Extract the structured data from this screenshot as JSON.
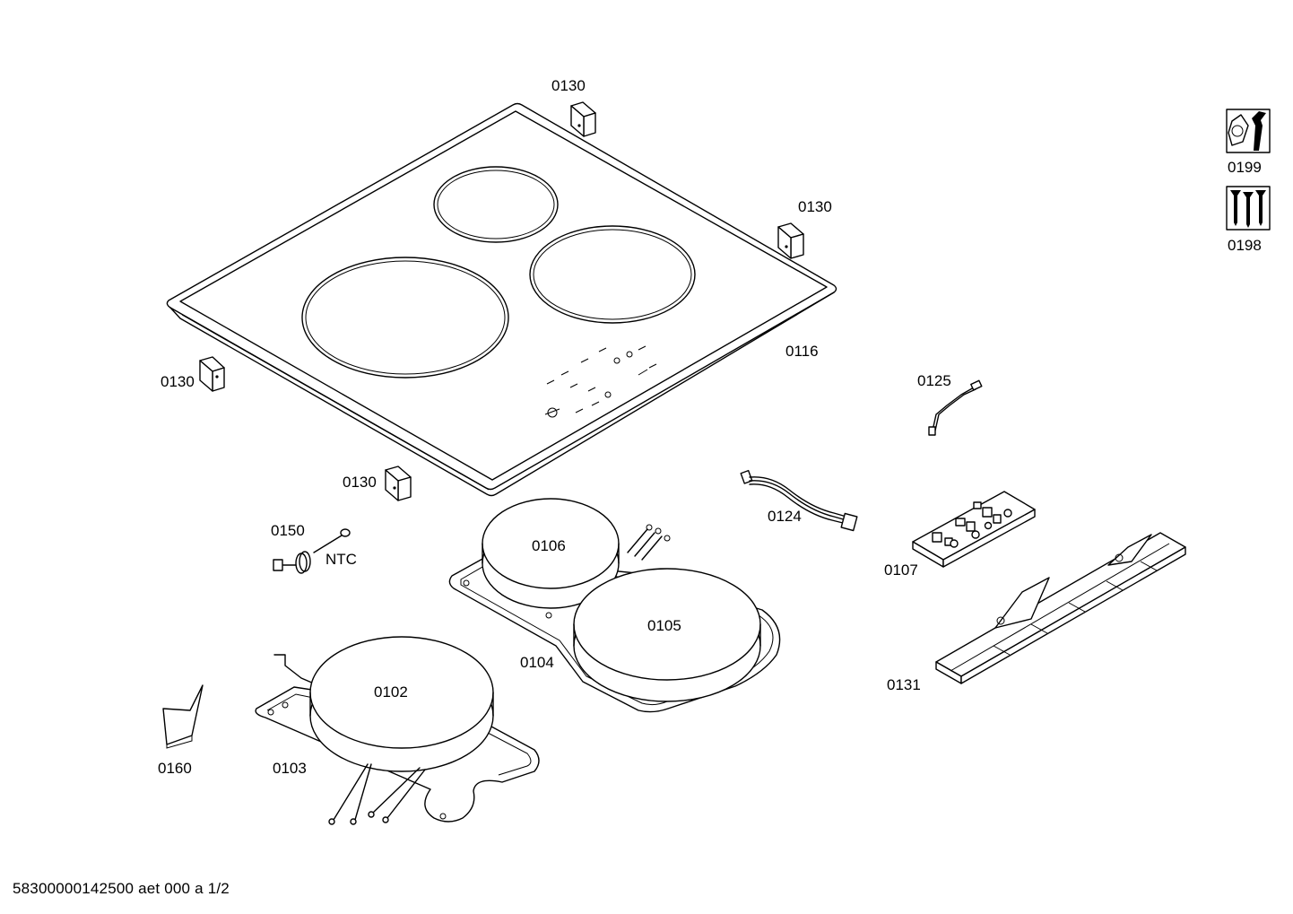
{
  "labels": {
    "p0130_top": "0130",
    "p0130_right": "0130",
    "p0130_left": "0130",
    "p0130_bottom": "0130",
    "p0116": "0116",
    "p0125": "0125",
    "p0124": "0124",
    "p0107": "0107",
    "p0131": "0131",
    "p0150": "0150",
    "ntc": "NTC",
    "p0106": "0106",
    "p0105": "0105",
    "p0104": "0104",
    "p0102": "0102",
    "p0103": "0103",
    "p0160": "0160",
    "p0199": "0199",
    "p0198": "0198"
  },
  "icons": {
    "tools": "nut-and-wrench-icon",
    "screws": "screws-icon"
  },
  "footer": {
    "code": "58300000142500 aet 000 a 1/2"
  }
}
